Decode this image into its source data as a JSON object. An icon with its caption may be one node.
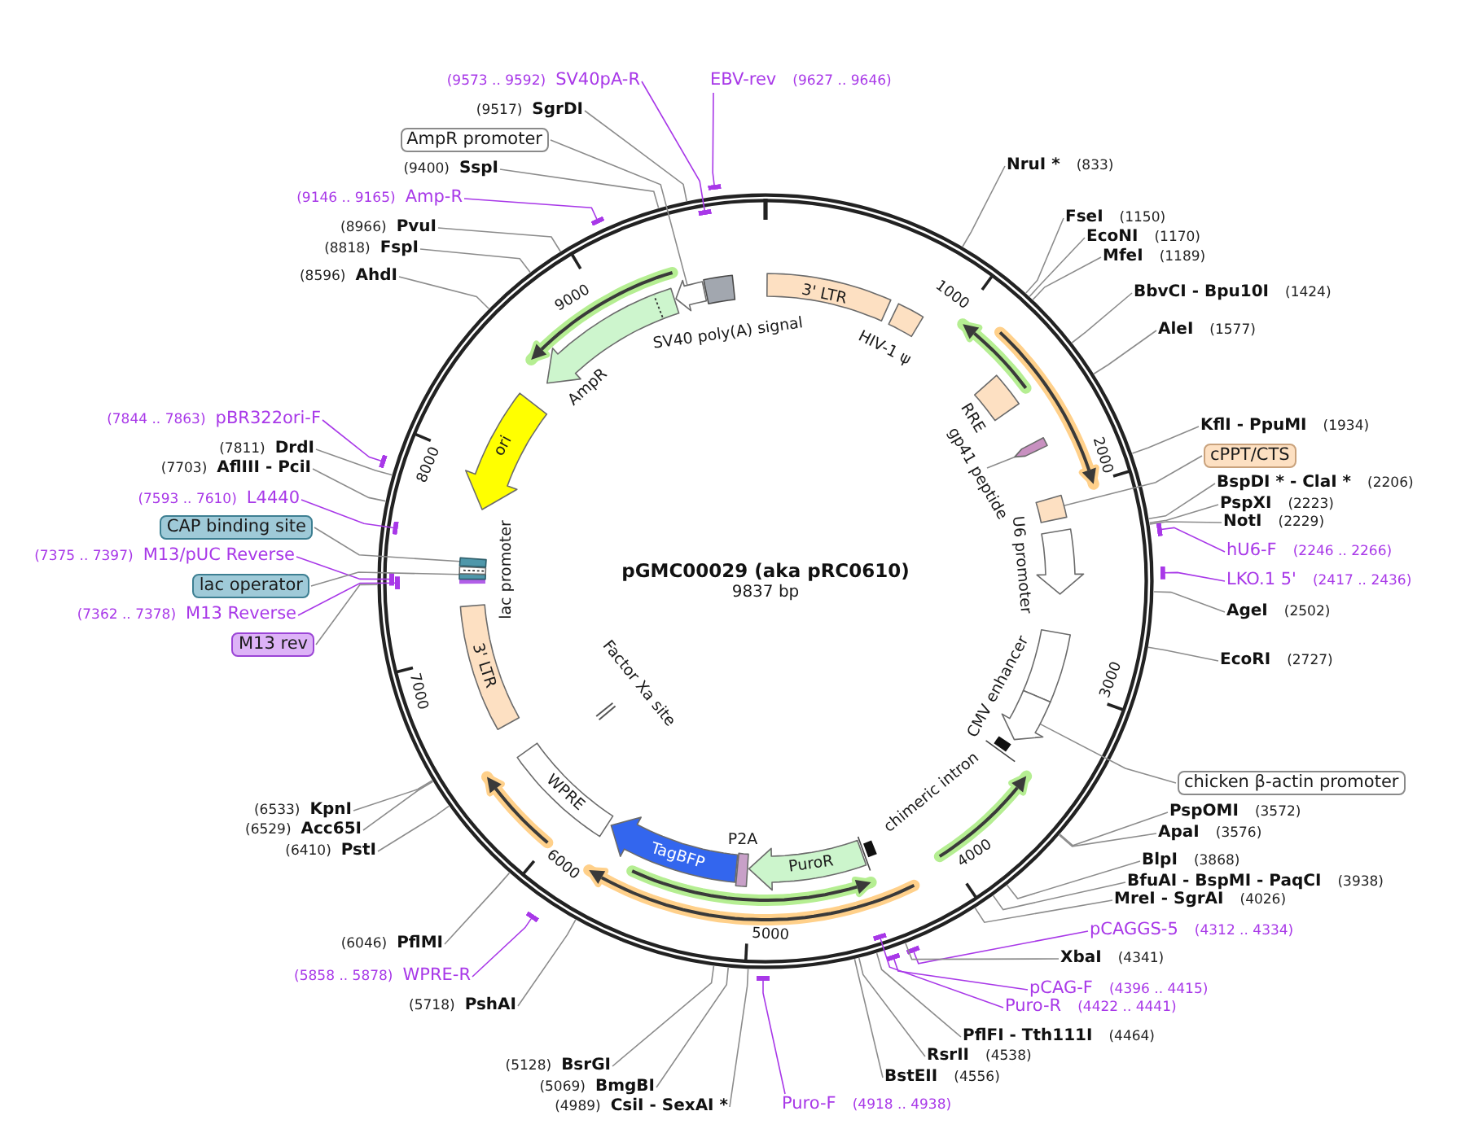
{
  "diagram": {
    "title": "pGMC00029 (aka pRC0610)",
    "nodes": [
      {
        "text": [
          "(9573 .. 9592)",
          "SV40pA-R"
        ]
      },
      {
        "text": [
          "EBV-rev",
          "(9627 .. 9646)"
        ]
      },
      {
        "text": [
          "(9517)",
          "SgrDI"
        ]
      },
      {
        "text": [
          "AmpR promoter"
        ]
      },
      {
        "text": [
          "(9400)",
          "SspI"
        ]
      },
      {
        "text": [
          "(9146 .. 9165)",
          "Amp-R"
        ]
      },
      {
        "text": [
          "(8966)",
          "PvuI"
        ]
      },
      {
        "text": [
          "(8818)",
          "FspI"
        ]
      },
      {
        "text": [
          "(8596)",
          "AhdI"
        ]
      },
      {
        "text": [
          "(7844 .. 7863)",
          "pBR322ori-F"
        ]
      },
      {
        "text": [
          "(7811)",
          "DrdI"
        ]
      },
      {
        "text": [
          "(7703)",
          "AflIII - PciI"
        ]
      },
      {
        "text": [
          "(7593 .. 7610)",
          "L4440"
        ]
      },
      {
        "text": [
          "CAP binding site"
        ]
      },
      {
        "text": [
          "(7375 .. 7397)",
          "M13/pUC Reverse"
        ]
      },
      {
        "text": [
          "lac operator"
        ]
      },
      {
        "text": [
          "(7362 .. 7378)",
          "M13 Reverse"
        ]
      },
      {
        "text": [
          "M13 rev"
        ]
      },
      {
        "text": [
          "(6533)",
          "KpnI"
        ]
      },
      {
        "text": [
          "(6529)",
          "Acc65I"
        ]
      },
      {
        "text": [
          "(6410)",
          "PstI"
        ]
      },
      {
        "text": [
          "(6046)",
          "PflMI"
        ]
      },
      {
        "text": [
          "(5858 .. 5878)",
          "WPRE-R"
        ]
      },
      {
        "text": [
          "(5718)",
          "PshAI"
        ]
      },
      {
        "text": [
          "(5128)",
          "BsrGI"
        ]
      },
      {
        "text": [
          "(5069)",
          "BmgBI"
        ]
      },
      {
        "text": [
          "(4989)",
          "CsiI - SexAI *"
        ]
      },
      {
        "text": [
          "NruI *",
          "(833)"
        ]
      },
      {
        "text": [
          "FseI",
          "(1150)"
        ]
      },
      {
        "text": [
          "EcoNI",
          "(1170)"
        ]
      },
      {
        "text": [
          "MfeI",
          "(1189)"
        ]
      },
      {
        "text": [
          "BbvCI - Bpu10I",
          "(1424)"
        ]
      },
      {
        "text": [
          "AleI",
          "(1577)"
        ]
      },
      {
        "text": [
          "KflI - PpuMI",
          "(1934)"
        ]
      },
      {
        "text": [
          "cPPT/CTS"
        ]
      },
      {
        "text": [
          "BspDI * - ClaI *",
          "(2206)"
        ]
      },
      {
        "text": [
          "PspXI",
          "(2223)"
        ]
      },
      {
        "text": [
          "NotI",
          "(2229)"
        ]
      },
      {
        "text": [
          "hU6-F",
          "(2246 .. 2266)"
        ]
      },
      {
        "text": [
          "LKO.1 5'",
          "(2417 .. 2436)"
        ]
      },
      {
        "text": [
          "AgeI",
          "(2502)"
        ]
      },
      {
        "text": [
          "EcoRI",
          "(2727)"
        ]
      },
      {
        "text": [
          "chicken β-actin promoter"
        ]
      },
      {
        "text": [
          "PspOMI",
          "(3572)"
        ]
      },
      {
        "text": [
          "ApaI",
          "(3576)"
        ]
      },
      {
        "text": [
          "BlpI",
          "(3868)"
        ]
      },
      {
        "text": [
          "BfuAI - BspMI - PaqCI",
          "(3938)"
        ]
      },
      {
        "text": [
          "MreI - SgrAI",
          "(4026)"
        ]
      },
      {
        "text": [
          "pCAGGS-5",
          "(4312 .. 4334)"
        ]
      },
      {
        "text": [
          "XbaI",
          "(4341)"
        ]
      },
      {
        "text": [
          "pCAG-F",
          "(4396 .. 4415)"
        ]
      },
      {
        "text": [
          "Puro-R",
          "(4422 .. 4441)"
        ]
      },
      {
        "text": [
          "PflFI - Tth111I",
          "(4464)"
        ]
      },
      {
        "text": [
          "RsrII",
          "(4538)"
        ]
      },
      {
        "text": [
          "BstEII",
          "(4556)"
        ]
      },
      {
        "text": [
          "Puro-F",
          "(4918 .. 4938)"
        ]
      },
      {
        "text": [
          "3' LTR"
        ]
      },
      {
        "text": [],
        "shape": "box",
        "beside": [
          "HIV-1 ψ"
        ]
      },
      {
        "text": [],
        "shape": "box"
      },
      {
        "text": [],
        "shape": "arrow"
      },
      {
        "text": [],
        "shape": "arrow",
        "beside": [
          "AmpR"
        ]
      },
      {
        "text": [
          "ori"
        ]
      },
      {
        "text": [],
        "shape": "box",
        "beside": [
          "RRE"
        ]
      },
      {
        "text": [
          "gp41 peptide"
        ]
      },
      {
        "text": [],
        "shape": "arrow"
      },
      {
        "text": [],
        "shape": "box"
      },
      {
        "text": [],
        "shape": "arrow",
        "beside": [
          "U6 promoter"
        ]
      },
      {
        "text": [],
        "shape": "box",
        "beside": [
          "CMV enhancer"
        ]
      },
      {
        "text": [],
        "shape": "arrow"
      },
      {
        "text": [
          "PuroR"
        ]
      },
      {
        "text": [],
        "shape": "box"
      },
      {
        "text": [
          "TagBFP"
        ]
      },
      {
        "text": [
          "WPRE"
        ]
      },
      {
        "text": [
          "3' LTR"
        ]
      },
      {
        "text": [],
        "shape": "box"
      },
      {
        "text": [],
        "shape": "box"
      },
      {
        "text": [],
        "shape": "box"
      },
      {
        "text": [
          "Factor Xa site"
        ]
      }
    ],
    "edges": [
      {
        "from": 0,
        "to": null,
        "arrow": "other",
        "color": "#a838e8"
      },
      {
        "from": 1,
        "to": null,
        "arrow": "other",
        "color": "#a838e8"
      },
      {
        "from": 2,
        "to": null,
        "arrow": "none"
      },
      {
        "from": 3,
        "to": 59,
        "arrow": "none"
      },
      {
        "from": 4,
        "to": null,
        "arrow": "none"
      },
      {
        "from": 5,
        "to": null,
        "arrow": "other",
        "color": "#a838e8"
      },
      {
        "from": 6,
        "to": null,
        "arrow": "none"
      },
      {
        "from": 7,
        "to": null,
        "arrow": "none"
      },
      {
        "from": 8,
        "to": null,
        "arrow": "none"
      },
      {
        "from": 9,
        "to": null,
        "arrow": "other",
        "color": "#a838e8"
      },
      {
        "from": 10,
        "to": null,
        "arrow": "none"
      },
      {
        "from": 11,
        "to": null,
        "arrow": "none"
      },
      {
        "from": 12,
        "to": null,
        "arrow": "other",
        "color": "#a838e8"
      },
      {
        "from": 13,
        "to": 76,
        "arrow": "none"
      },
      {
        "from": 14,
        "to": null,
        "arrow": "other",
        "color": "#a838e8"
      },
      {
        "from": 15,
        "to": 74,
        "arrow": "none"
      },
      {
        "from": 16,
        "to": null,
        "arrow": "other",
        "color": "#a838e8"
      },
      {
        "from": 17,
        "to": null,
        "arrow": "none"
      },
      {
        "from": 18,
        "to": null,
        "arrow": "none"
      },
      {
        "from": 19,
        "to": null,
        "arrow": "none"
      },
      {
        "from": 20,
        "to": null,
        "arrow": "none"
      },
      {
        "from": 21,
        "to": null,
        "arrow": "none"
      },
      {
        "from": 22,
        "to": null,
        "arrow": "other",
        "color": "#a838e8"
      },
      {
        "from": 23,
        "to": null,
        "arrow": "none"
      },
      {
        "from": 24,
        "to": null,
        "arrow": "none"
      },
      {
        "from": 25,
        "to": null,
        "arrow": "none"
      },
      {
        "from": 26,
        "to": null,
        "arrow": "none"
      },
      {
        "from": 27,
        "to": null,
        "arrow": "none"
      },
      {
        "from": 28,
        "to": null,
        "arrow": "none"
      },
      {
        "from": 29,
        "to": null,
        "arrow": "none"
      },
      {
        "from": 30,
        "to": null,
        "arrow": "none"
      },
      {
        "from": 31,
        "to": null,
        "arrow": "none"
      },
      {
        "from": 32,
        "to": null,
        "arrow": "none"
      },
      {
        "from": 33,
        "to": null,
        "arrow": "none"
      },
      {
        "from": 34,
        "to": 65,
        "arrow": "none"
      },
      {
        "from": 35,
        "to": null,
        "arrow": "none"
      },
      {
        "from": 36,
        "to": null,
        "arrow": "none"
      },
      {
        "from": 37,
        "to": null,
        "arrow": "none"
      },
      {
        "from": 38,
        "to": null,
        "arrow": "other",
        "color": "#a838e8"
      },
      {
        "from": 39,
        "to": null,
        "arrow": "other",
        "color": "#a838e8"
      },
      {
        "from": 40,
        "to": null,
        "arrow": "none"
      },
      {
        "from": 41,
        "to": null,
        "arrow": "none"
      },
      {
        "from": 42,
        "to": 68,
        "arrow": "none"
      },
      {
        "from": 43,
        "to": null,
        "arrow": "none"
      },
      {
        "from": 44,
        "to": null,
        "arrow": "none"
      },
      {
        "from": 45,
        "to": null,
        "arrow": "none"
      },
      {
        "from": 46,
        "to": null,
        "arrow": "none"
      },
      {
        "from": 47,
        "to": null,
        "arrow": "none"
      },
      {
        "from": 48,
        "to": null,
        "arrow": "other",
        "color": "#a838e8"
      },
      {
        "from": 49,
        "to": null,
        "arrow": "none"
      },
      {
        "from": 50,
        "to": null,
        "arrow": "other",
        "color": "#a838e8"
      },
      {
        "from": 51,
        "to": null,
        "arrow": "other",
        "color": "#a838e8"
      },
      {
        "from": 52,
        "to": null,
        "arrow": "none"
      },
      {
        "from": 53,
        "to": null,
        "arrow": "none"
      },
      {
        "from": 54,
        "to": null,
        "arrow": "none"
      },
      {
        "from": 55,
        "to": null,
        "arrow": "other",
        "color": "#a838e8"
      },
      {
        "from": 63,
        "to": 64,
        "arrow": "none"
      }
    ],
    "labels": [
      "9837 bp",
      "1000",
      "2000",
      "3000",
      "4000",
      "5000",
      "6000",
      "7000",
      "8000",
      "9000",
      "SV40 poly(A) signal",
      "lac promoter",
      "P2A",
      "chimeric intron"
    ]
  }
}
